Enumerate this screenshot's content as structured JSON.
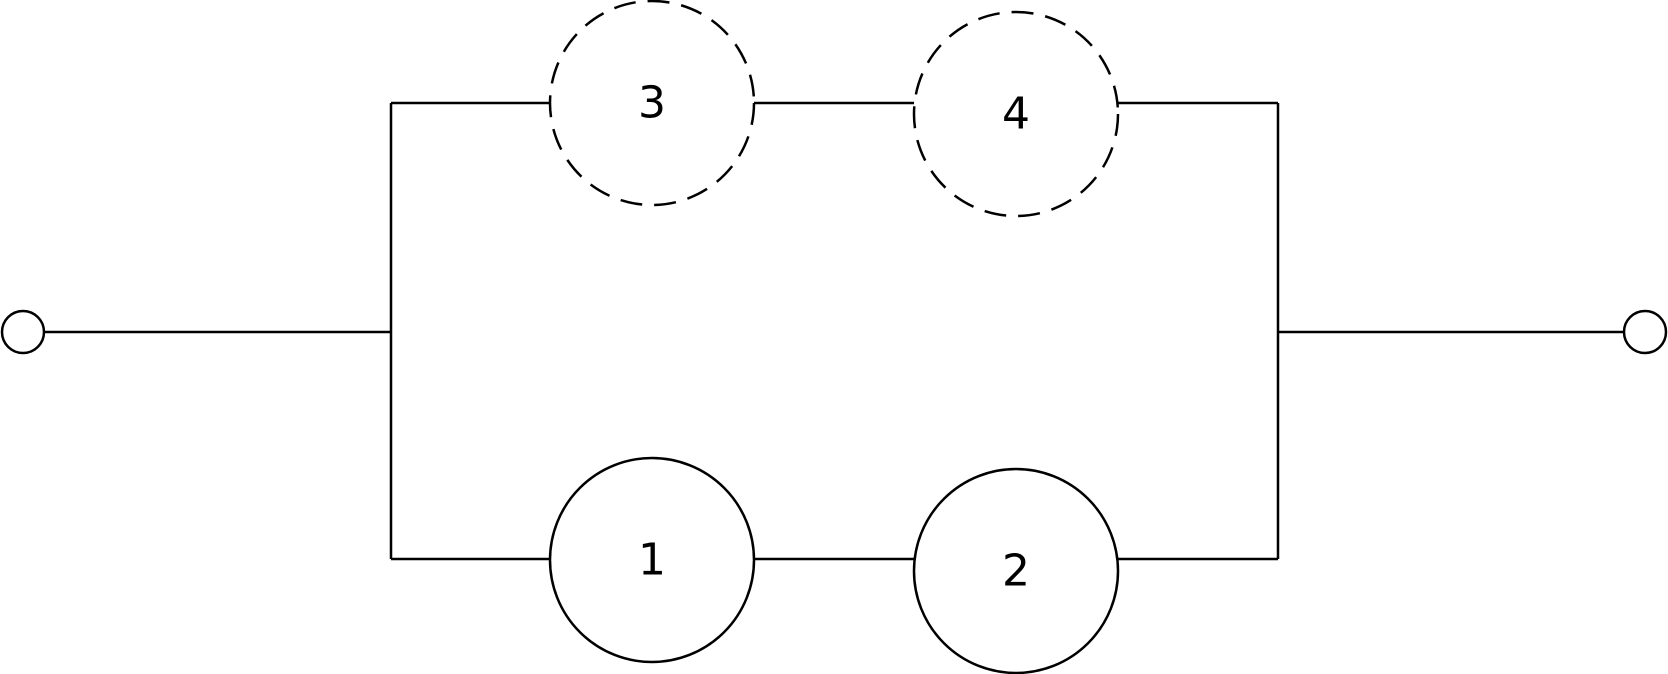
{
  "diagram": {
    "nodes": [
      {
        "label": "3",
        "style": "dashed"
      },
      {
        "label": "4",
        "style": "dashed"
      },
      {
        "label": "1",
        "style": "solid"
      },
      {
        "label": "2",
        "style": "solid"
      }
    ],
    "terminals": [
      "input",
      "output"
    ]
  }
}
